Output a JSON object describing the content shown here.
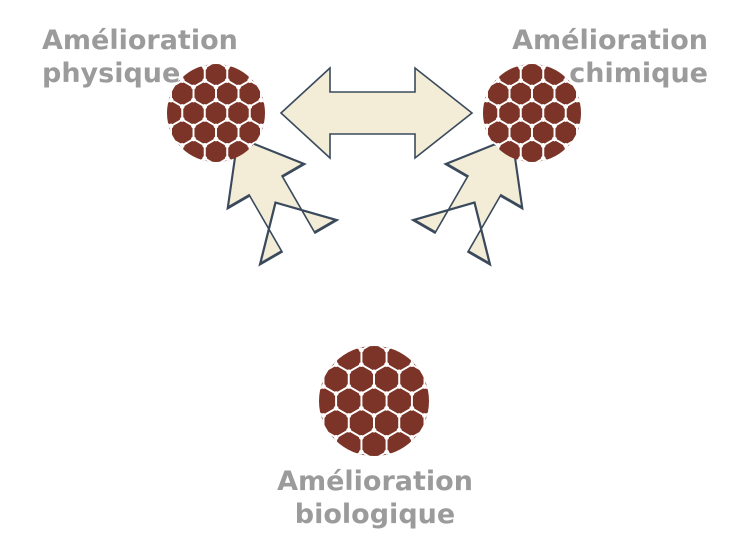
{
  "nodes": {
    "physique": {
      "line1": "Amélioration",
      "line2": "physique"
    },
    "chimique": {
      "line1": "Amélioration",
      "line2": "chimique"
    },
    "biologique": {
      "line1": "Amélioration",
      "line2": "biologique"
    }
  },
  "colors": {
    "sphere_fill": "#7b3427",
    "sphere_lines": "#ffffff",
    "arrow_fill": "#f3edd8",
    "arrow_stroke": "#3a4a5c",
    "label_text": "#9b9b9b"
  },
  "icons": {
    "sphere": "graphene-sphere-icon",
    "arrow": "double-headed-arrow"
  }
}
